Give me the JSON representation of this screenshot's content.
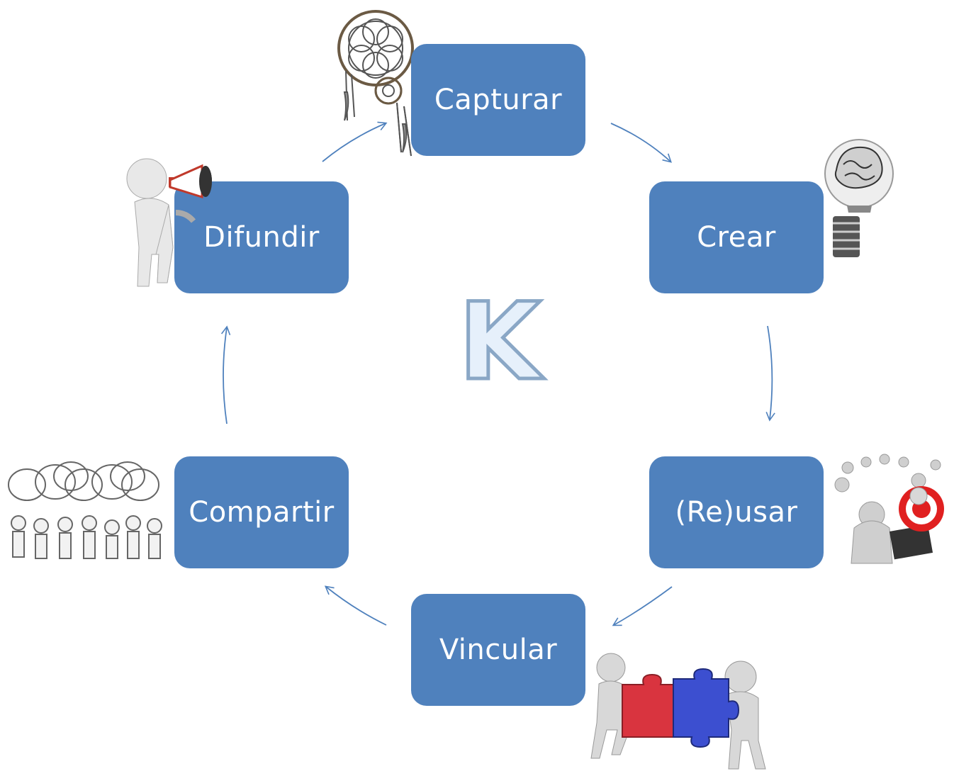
{
  "diagram": {
    "center_letter": "K",
    "nodes": [
      {
        "id": "capturar",
        "label": "Capturar",
        "illustration": "dreamcatcher-icon"
      },
      {
        "id": "crear",
        "label": "Crear",
        "illustration": "brain-lightbulb-icon"
      },
      {
        "id": "reusar",
        "label": "(Re)usar",
        "illustration": "people-target-icon"
      },
      {
        "id": "vincular",
        "label": "Vincular",
        "illustration": "puzzle-people-icon"
      },
      {
        "id": "compartir",
        "label": "Compartir",
        "illustration": "speech-crowd-icon"
      },
      {
        "id": "difundir",
        "label": "Difundir",
        "illustration": "megaphone-person-icon"
      }
    ],
    "colors": {
      "node_fill": "#4f81bd",
      "node_text": "#ffffff",
      "arrow": "#4f81bd",
      "k_fill": "#e6f0fb",
      "k_stroke": "#8aa7c6",
      "puzzle_red": "#d9343f",
      "puzzle_blue": "#3c4fd0",
      "target_red": "#e02020"
    }
  }
}
